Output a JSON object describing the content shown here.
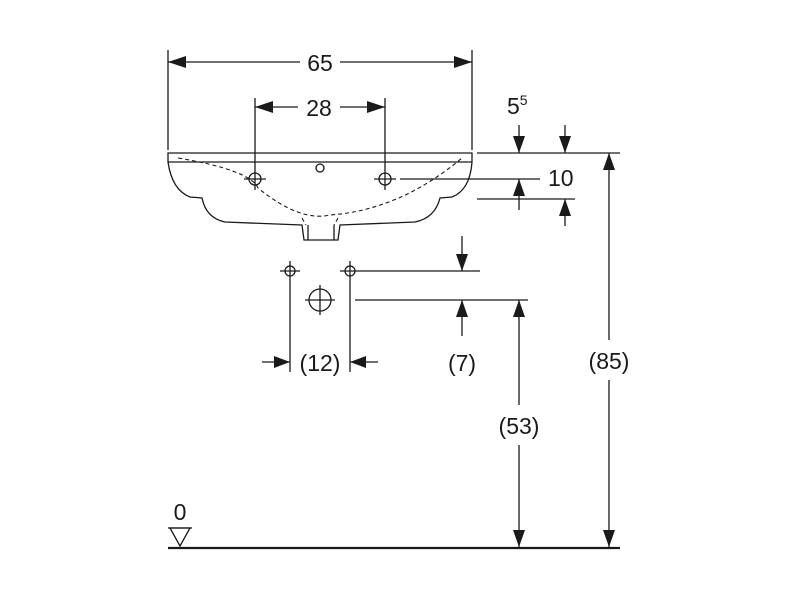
{
  "dimensions": {
    "overall_width": "65",
    "tap_hole_spacing": "28",
    "rim_offset_base": "5",
    "rim_offset_sup": "5",
    "rim_height": "10",
    "waste_spacing": "(12)",
    "waste_offset": "(7)",
    "waste_height": "(53)",
    "total_height": "(85)",
    "floor_level": "0"
  }
}
